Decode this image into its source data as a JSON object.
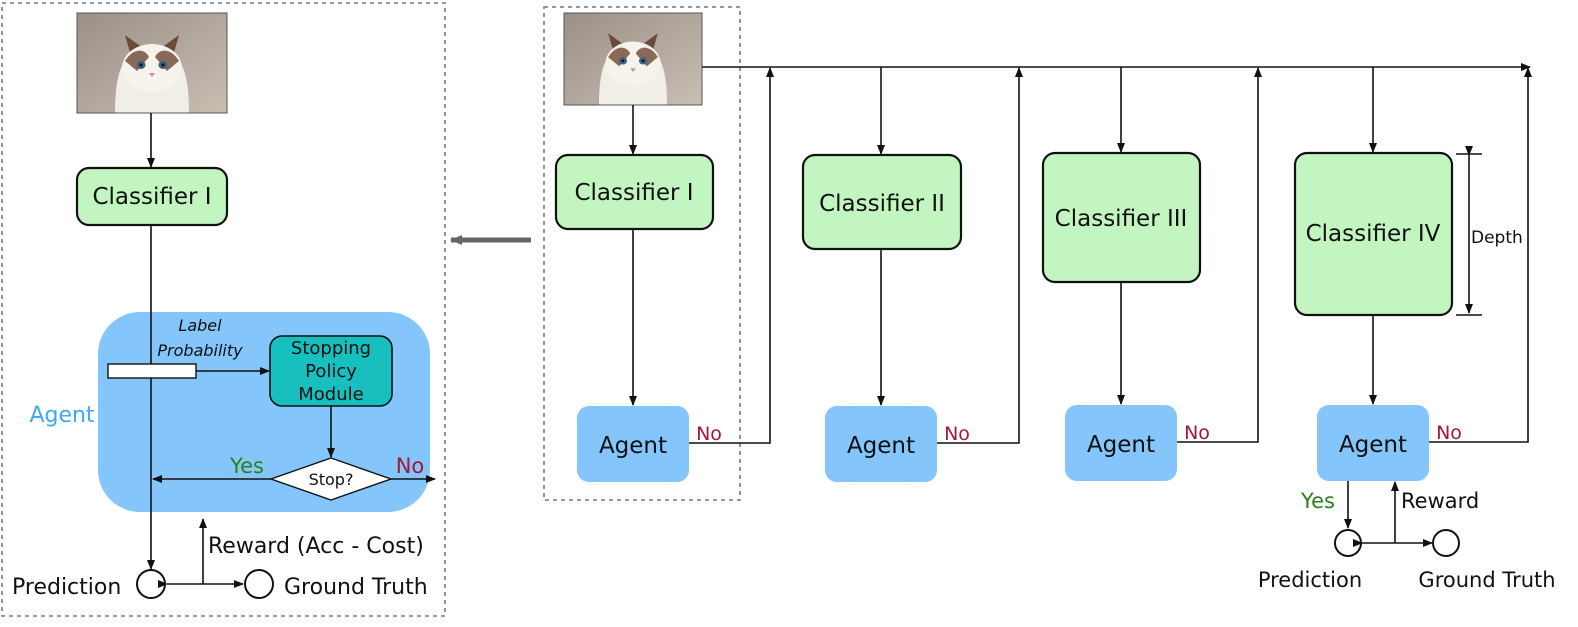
{
  "left_panel": {
    "classifier_label": "Classifier I",
    "label_probability_line1": "Label",
    "label_probability_line2": "Probability",
    "stopping_policy_line1": "Stopping",
    "stopping_policy_line2": "Policy",
    "stopping_policy_line3": "Module",
    "stop_label": "Stop?",
    "yes_label": "Yes",
    "no_label": "No",
    "agent_label": "Agent",
    "reward_label": "Reward (Acc - Cost)",
    "prediction_label": "Prediction",
    "ground_truth_label": "Ground Truth"
  },
  "right_panel": {
    "stages": [
      {
        "classifier": "Classifier I",
        "agent": "Agent",
        "no": "No"
      },
      {
        "classifier": "Classifier II",
        "agent": "Agent",
        "no": "No"
      },
      {
        "classifier": "Classifier III",
        "agent": "Agent",
        "no": "No"
      },
      {
        "classifier": "Classifier IV",
        "agent": "Agent",
        "no": "No"
      }
    ],
    "depth_label": "Depth",
    "yes_label": "Yes",
    "reward_label": "Reward",
    "prediction_label": "Prediction",
    "ground_truth_label": "Ground Truth"
  },
  "colors": {
    "classifier_fill": "#c2f5c0",
    "agent_fill": "#84c6fb",
    "policy_fill": "#17bfbf",
    "agent_text": "#3fa9f5",
    "yes_text": "#2e7d1e",
    "no_text": "#a3173a"
  },
  "icons": {
    "input_image": "cat-photo",
    "back_arrow": "arrow-left"
  }
}
